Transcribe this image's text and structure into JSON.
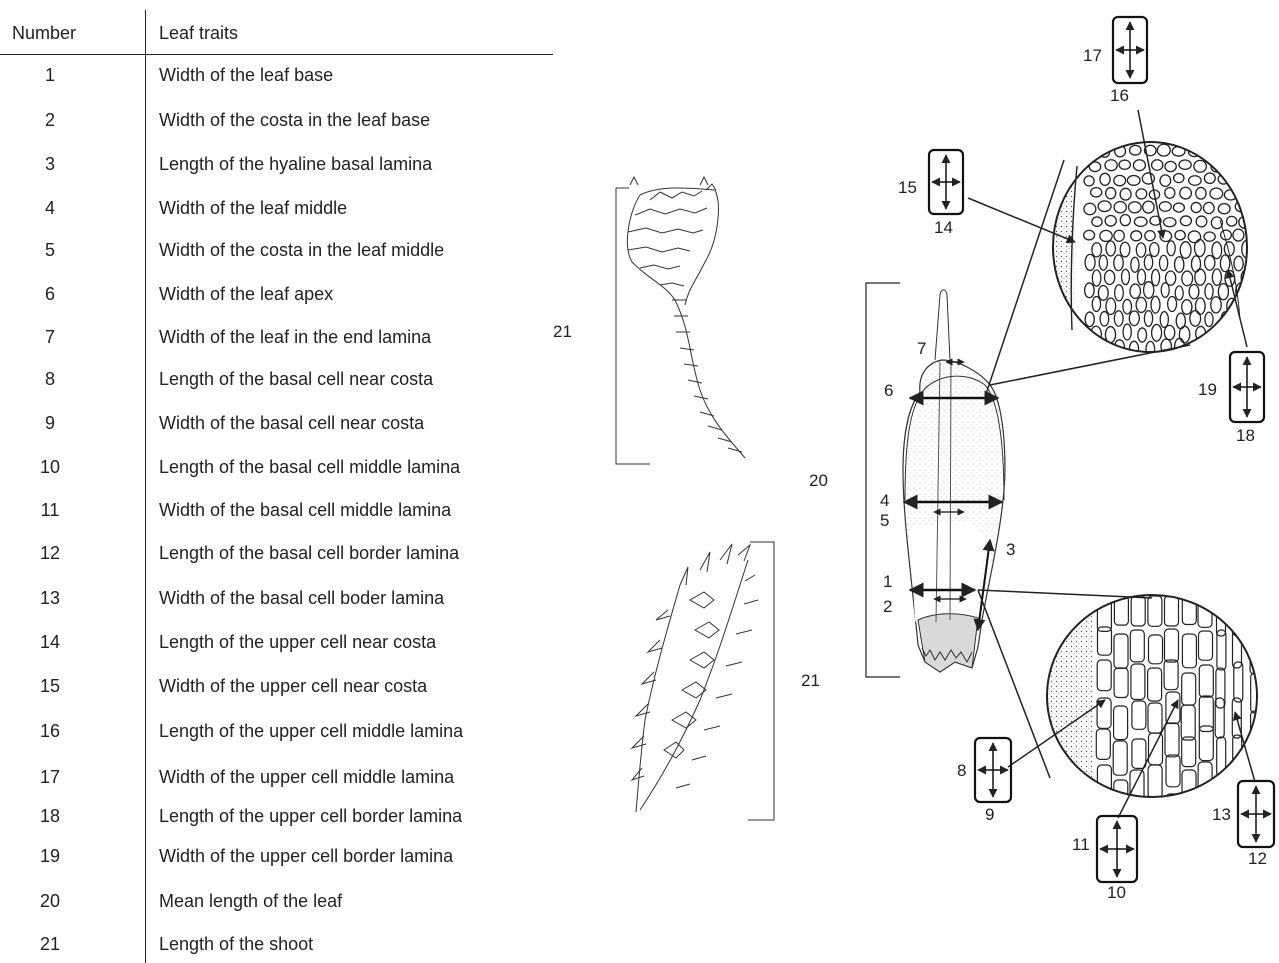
{
  "table": {
    "header_number": "Number",
    "header_traits": "Leaf traits",
    "rows": [
      {
        "number": "1",
        "trait": "Width of the leaf base"
      },
      {
        "number": "2",
        "trait": "Width of the costa in the leaf base"
      },
      {
        "number": "3",
        "trait": "Length of the hyaline basal lamina"
      },
      {
        "number": "4",
        "trait": "Width of the leaf middle"
      },
      {
        "number": "5",
        "trait": "Width of the costa in the leaf middle"
      },
      {
        "number": "6",
        "trait": "Width of the leaf apex"
      },
      {
        "number": "7",
        "trait": "Width of the leaf in the end lamina"
      },
      {
        "number": "8",
        "trait": "Length of the basal cell near costa"
      },
      {
        "number": "9",
        "trait": "Width of the basal cell near costa"
      },
      {
        "number": "10",
        "trait": "Length of the basal cell middle lamina"
      },
      {
        "number": "11",
        "trait": "Width of the basal cell middle lamina"
      },
      {
        "number": "12",
        "trait": "Length of the basal cell border lamina"
      },
      {
        "number": "13",
        "trait": "Width of the basal cell boder lamina"
      },
      {
        "number": "14",
        "trait": "Length of the upper cell near costa"
      },
      {
        "number": "15",
        "trait": "Width of the upper cell near costa"
      },
      {
        "number": "16",
        "trait": "Length of the upper cell middle lamina"
      },
      {
        "number": "17",
        "trait": "Width of the upper cell middle lamina"
      },
      {
        "number": "18",
        "trait": "Length of the upper cell border lamina"
      },
      {
        "number": "19",
        "trait": "Width of the upper cell border lamina"
      },
      {
        "number": "20",
        "trait": "Mean length of the leaf"
      },
      {
        "number": "21",
        "trait": "Length of the shoot"
      }
    ]
  },
  "figure": {
    "labels": {
      "l1": "1",
      "l2": "2",
      "l3": "3",
      "l4": "4",
      "l5": "5",
      "l6": "6",
      "l7": "7",
      "l8": "8",
      "l9": "9",
      "l10": "10",
      "l11": "11",
      "l12": "12",
      "l13": "13",
      "l14": "14",
      "l15": "15",
      "l16": "16",
      "l17": "17",
      "l18": "18",
      "l19": "19",
      "l20": "20",
      "l21a": "21",
      "l21b": "21"
    }
  }
}
